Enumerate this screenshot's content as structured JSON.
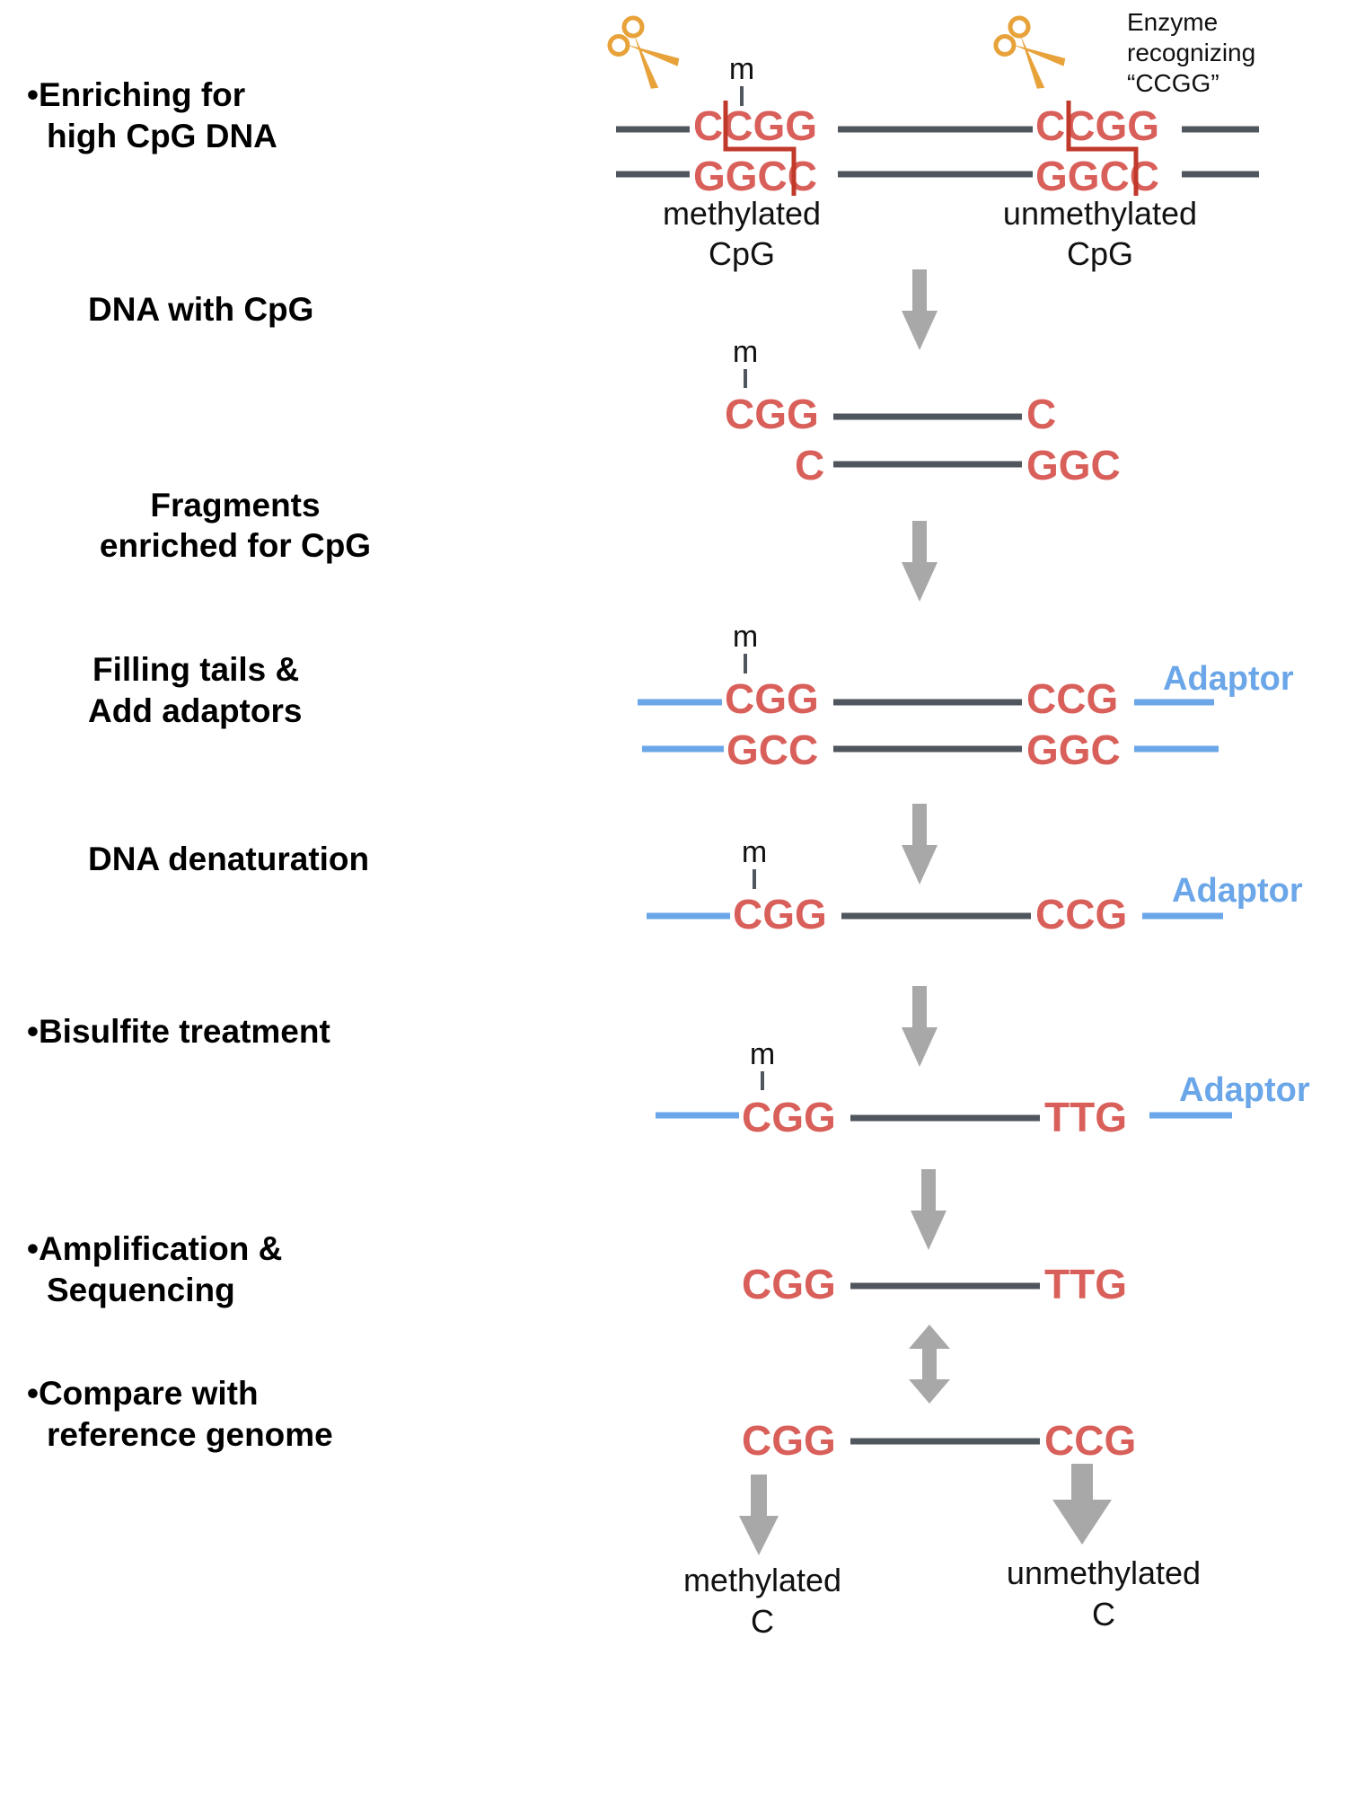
{
  "colors": {
    "sequence": "#d9605a",
    "strand": "#50565d",
    "adaptor": "#6aa6e8",
    "arrow": "#a8a8a8",
    "cut": "#c0392b",
    "scissors": "#e8a23a"
  },
  "steps": {
    "enrich_1": "•Enriching for",
    "enrich_2": "high CpG DNA",
    "dna_with_cpg": "DNA with CpG",
    "fragments_1": "Fragments",
    "fragments_2": "enriched for CpG",
    "filling_1": "Filling tails &",
    "filling_2": "Add adaptors",
    "denaturation": "DNA denaturation",
    "bisulfite": "•Bisulfite treatment",
    "amp_1": "•Amplification &",
    "amp_2": "Sequencing",
    "compare_1": "•Compare with",
    "compare_2": "reference genome"
  },
  "enzyme_note": [
    "Enzyme",
    "recognizing",
    "“CCGG”"
  ],
  "methyl_mark": "m",
  "adaptor_label": "Adaptor",
  "sites": {
    "left_top": "CCGG",
    "left_bottom": "GGCC",
    "left_label_1": "methylated",
    "left_label_2": "CpG",
    "right_top": "CCGG",
    "right_bottom": "GGCC",
    "right_label_1": "unmethylated",
    "right_label_2": "CpG"
  },
  "fragment": {
    "top_left": "CGG",
    "top_right": "C",
    "bottom_left": "C",
    "bottom_right": "GGC"
  },
  "filled": {
    "top_left": "CGG",
    "top_right": "CCG",
    "bottom_left": "GCC",
    "bottom_right": "GGC"
  },
  "denatured": {
    "left": "CGG",
    "right": "CCG"
  },
  "bisulfite": {
    "left": "CGG",
    "right": "TTG"
  },
  "sequenced": {
    "left": "CGG",
    "right": "TTG"
  },
  "reference": {
    "left": "CGG",
    "right": "CCG"
  },
  "result": {
    "methylated_1": "methylated",
    "methylated_2": "C",
    "unmethylated_1": "unmethylated",
    "unmethylated_2": "C"
  }
}
